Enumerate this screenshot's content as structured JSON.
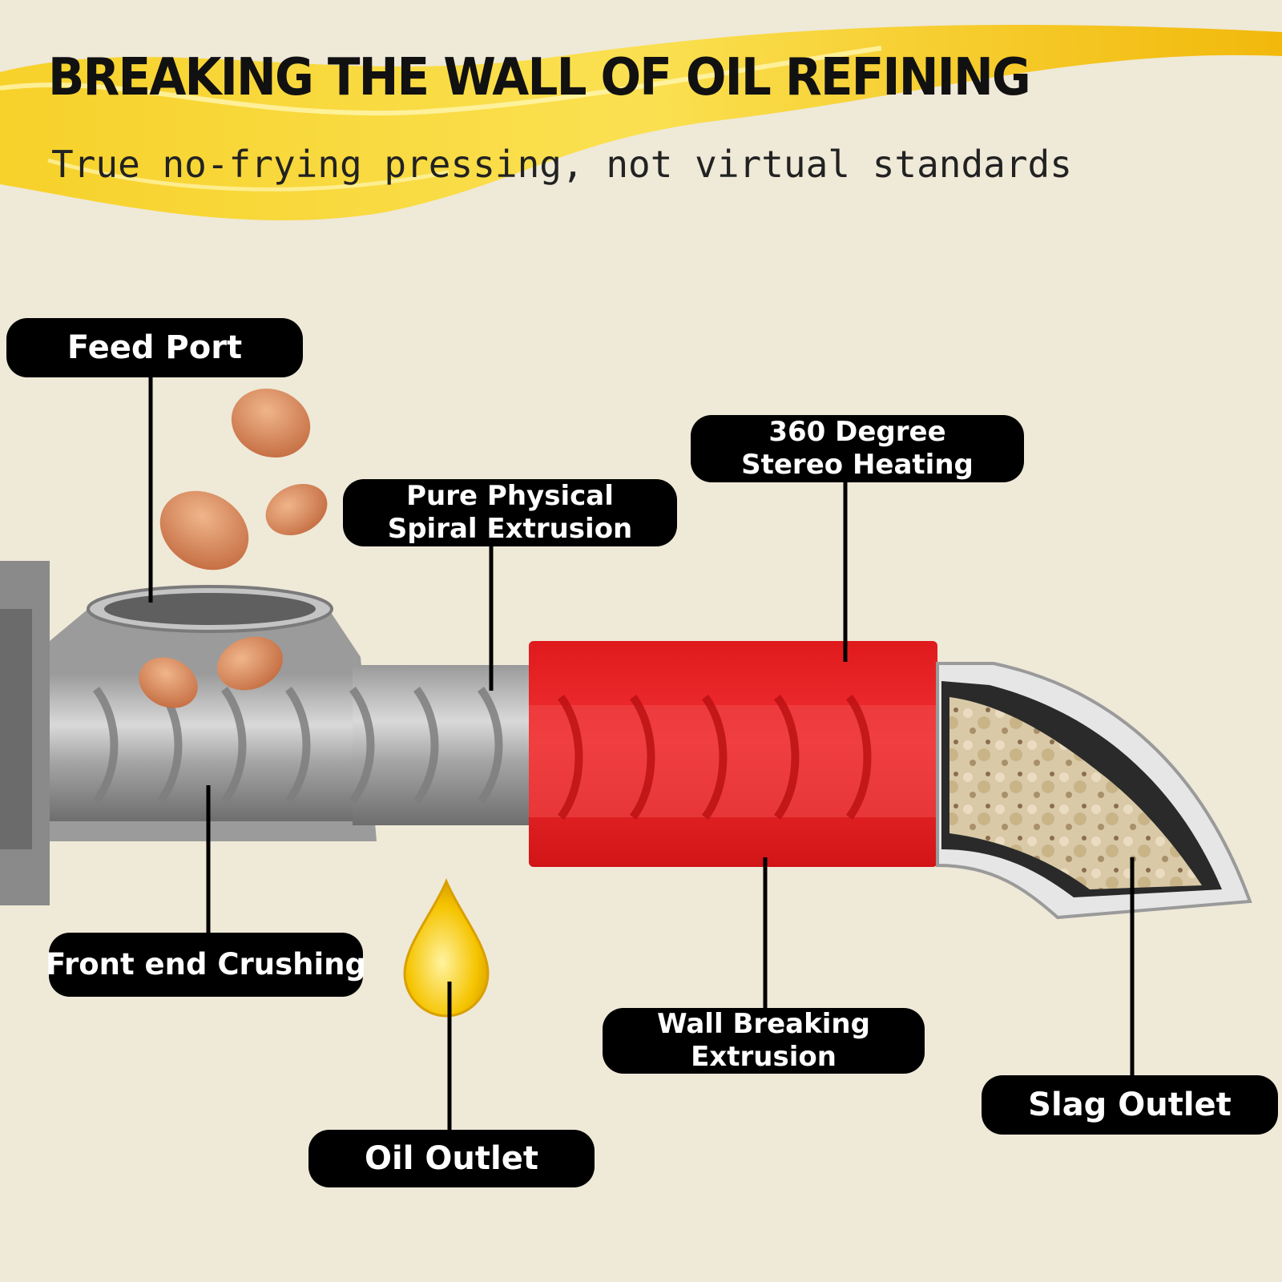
{
  "header": {
    "title": "BREAKING THE WALL OF OIL REFINING",
    "subtitle": "True no-frying pressing, not virtual standards"
  },
  "labels": {
    "feed_port": "Feed Port",
    "spiral_extrusion": "Pure Physical\nSpiral Extrusion",
    "stereo_heating": "360 Degree\nStereo Heating",
    "front_end_crushing": "Front end Crushing",
    "wall_breaking": "Wall Breaking\nExtrusion",
    "slag_outlet": "Slag Outlet",
    "oil_outlet": "Oil Outlet"
  },
  "colors": {
    "background": "#efe9d8",
    "heater": "#e8191b",
    "oil": "#f5c400",
    "label_bg": "#000000",
    "label_text": "#ffffff"
  },
  "icons": [
    "oil-splash",
    "peanut",
    "oil-drop",
    "screw-shaft",
    "oil-cake"
  ]
}
